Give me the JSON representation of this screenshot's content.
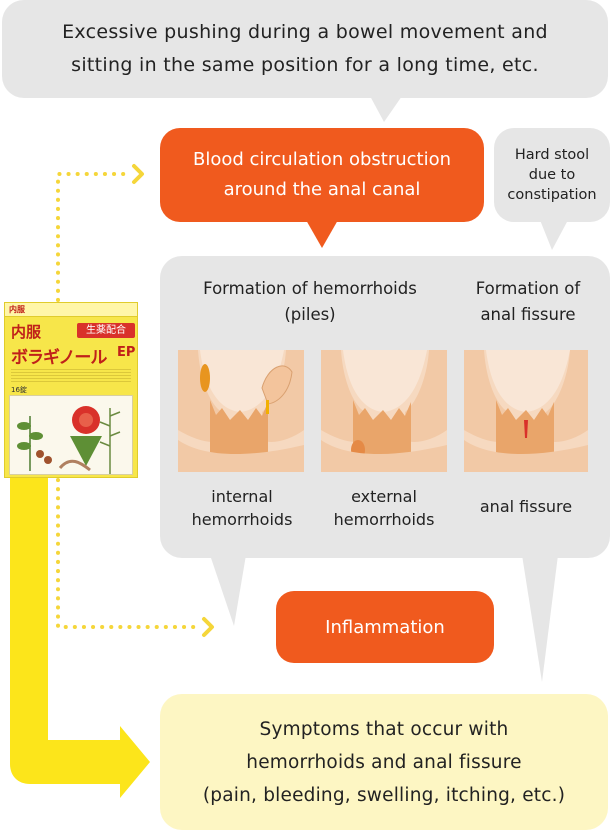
{
  "top_cause": "Excessive pushing during a bowel movement and\nsitting in the same position for a long time, etc.",
  "blood_box": "Blood circulation obstruction\naround the anal canal",
  "hard_stool": "Hard stool\ndue to\nconstipation",
  "formation_hemorrhoids": "Formation of hemorrhoids\n(piles)",
  "formation_fissure": "Formation of\nanal fissure",
  "labels": {
    "internal": "internal\nhemorrhoids",
    "external": "external\nhemorrhoids",
    "fissure": "anal fissure"
  },
  "inflammation": "Inflammation",
  "symptoms": "Symptoms that occur with\nhemorrhoids and anal fissure\n(pain, bleeding, swelling, itching, etc.)",
  "product": {
    "name_top": "内服",
    "name_main": "ボラギノール",
    "name_suffix": "EP",
    "badge": "生薬配合",
    "count": "16錠"
  },
  "colors": {
    "orange": "#f05a1e",
    "gray_box": "#e6e6e6",
    "symptom_bg": "#fdf6c3",
    "arrow_yellow": "#fce51b",
    "dots": "#f5d63a"
  }
}
